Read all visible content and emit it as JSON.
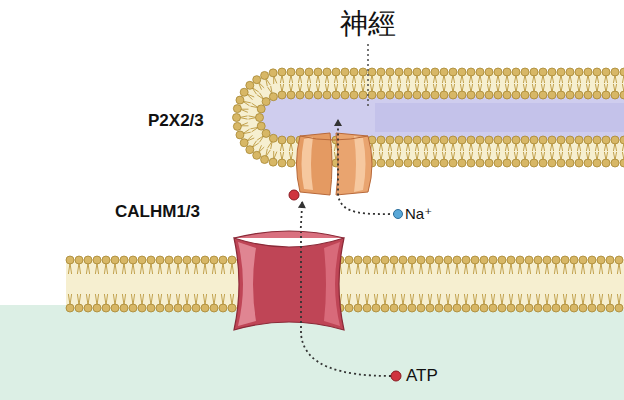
{
  "diagram": {
    "nodes": [
      {
        "text": [
          "神經"
        ]
      },
      {
        "text": [
          "P2X2/3"
        ]
      },
      {
        "text": [
          "CALHM1/3"
        ]
      }
    ],
    "edges": [
      {
        "from": 2,
        "to": 1,
        "arrow": "to"
      }
    ],
    "labels": [
      "Na⁺",
      "ATP"
    ]
  }
}
